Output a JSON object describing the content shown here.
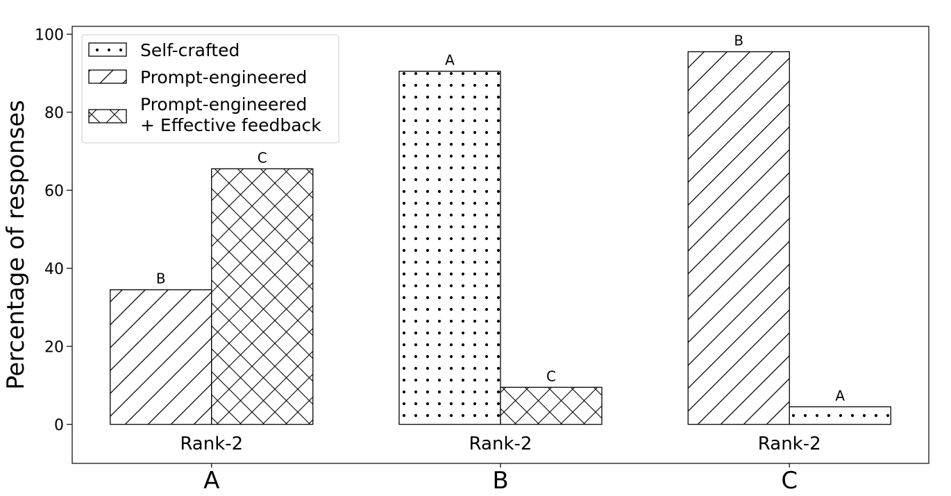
{
  "chart_data": {
    "type": "bar",
    "title": "",
    "ylabel": "Percentage of responses",
    "xlabel": "",
    "ylim": [
      -10,
      102
    ],
    "yticks": [
      0,
      20,
      40,
      60,
      80,
      100
    ],
    "grid": false,
    "legend_position": "top-left",
    "series": [
      {
        "name": "Self-crafted",
        "pattern": "dots"
      },
      {
        "name": "Prompt-engineered",
        "pattern": "diagonal"
      },
      {
        "name": "Prompt-engineered\n+ Effective feedback",
        "pattern": "crosshatch"
      }
    ],
    "groups": [
      {
        "label": "A",
        "sublabel": "Rank-2",
        "bars": [
          {
            "series": 1,
            "value": 34.5,
            "label": "B"
          },
          {
            "series": 2,
            "value": 65.5,
            "label": "C"
          }
        ]
      },
      {
        "label": "B",
        "sublabel": "Rank-2",
        "bars": [
          {
            "series": 0,
            "value": 90.5,
            "label": "A"
          },
          {
            "series": 2,
            "value": 9.5,
            "label": "C"
          }
        ]
      },
      {
        "label": "C",
        "sublabel": "Rank-2",
        "bars": [
          {
            "series": 1,
            "value": 95.5,
            "label": "B"
          },
          {
            "series": 0,
            "value": 4.5,
            "label": "A"
          }
        ]
      }
    ]
  }
}
